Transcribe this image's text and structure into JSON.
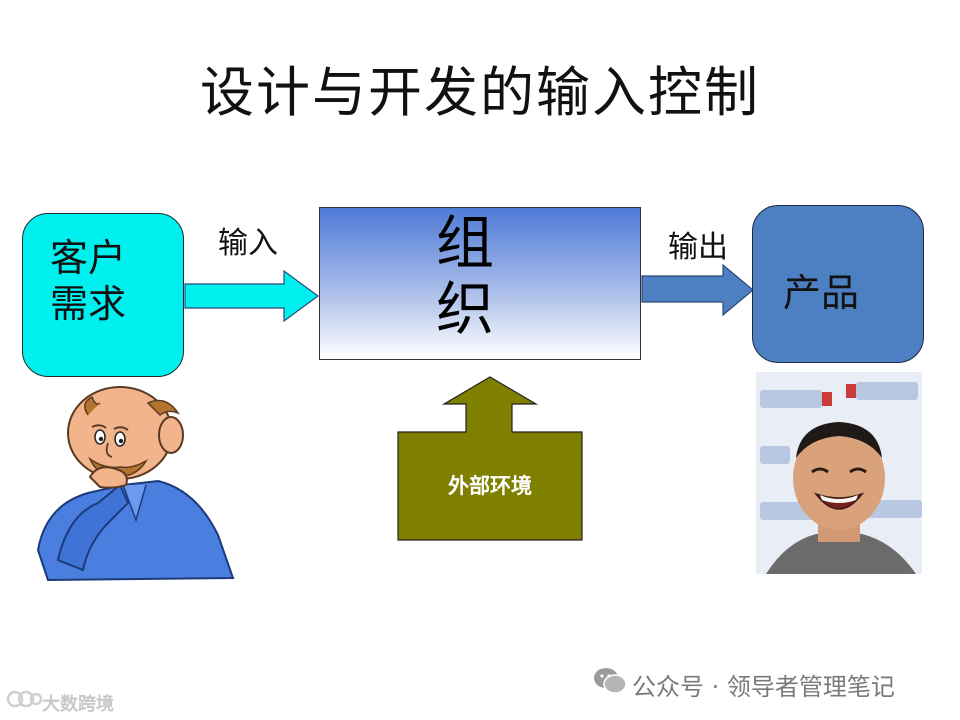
{
  "title": "设计与开发的输入控制",
  "customer": {
    "line1": "客户",
    "line2": "需求"
  },
  "organization": {
    "line1": "组",
    "line2": "织"
  },
  "product": {
    "label": "产品"
  },
  "input_label": "输入",
  "output_label": "输出",
  "environment_label": "外部环境",
  "watermarks": {
    "right": "公众号 · 领导者管理笔记",
    "left": "大数跨境"
  },
  "colors": {
    "customer_fill": "#00f0f0",
    "input_arrow": "#00f0f0",
    "output_arrow": "#4d7fc3",
    "product_fill": "#4d7fc3",
    "environment_fill": "#7f7f00",
    "org_gradient_top": "#4f7bd6"
  },
  "illustrations": [
    "thinking-man-icon",
    "laughing-player-photo",
    "wechat-icon",
    "brand-logo-icon"
  ]
}
